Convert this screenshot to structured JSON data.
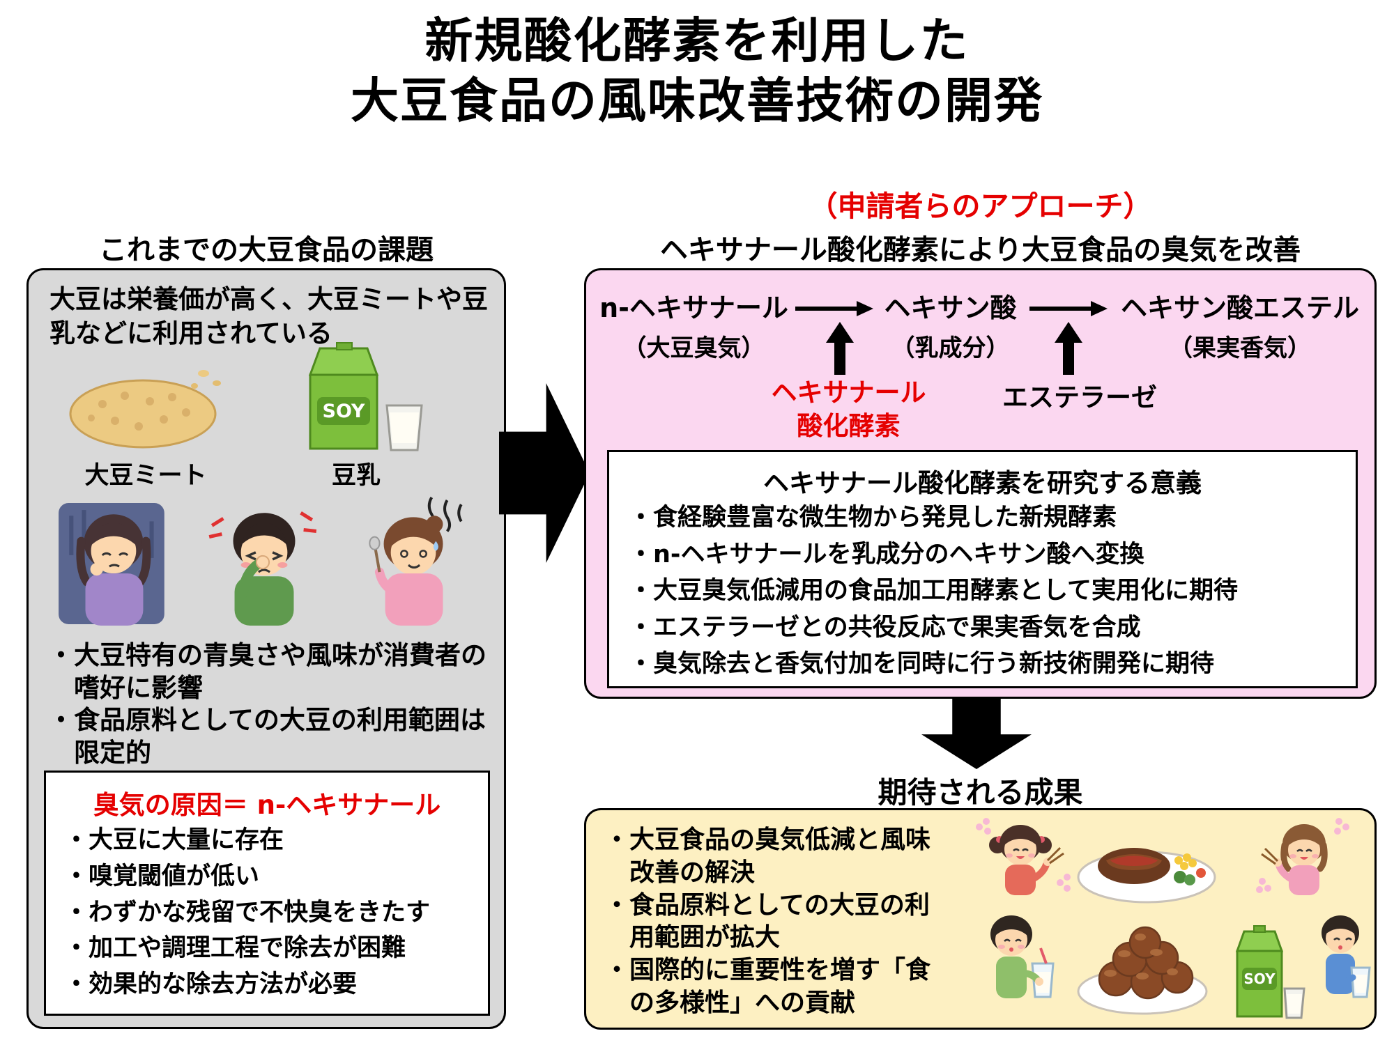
{
  "title": {
    "line1": "新規酸化酵素を利用した",
    "line2": "大豆食品の風味改善技術の開発"
  },
  "left_panel": {
    "header": "これまでの大豆食品の課題",
    "intro": "大豆は栄養価が高く、大豆ミートや豆乳などに利用されている",
    "soy_meat_label": "大豆ミート",
    "soy_milk_label": "豆乳",
    "bullets": [
      "・大豆特有の青臭さや風味が消費者の嗜好に影響",
      "・食品原料としての大豆の利用範囲は限定的"
    ],
    "odor_box": {
      "title": "臭気の原因＝ n-ヘキサナール",
      "bullets": [
        "・大豆に大量に存在",
        "・嗅覚閾値が低い",
        "・わずかな残留で不快臭をきたす",
        "・加工や調理工程で除去が困難",
        "・効果的な除去方法が必要"
      ]
    }
  },
  "right_panel": {
    "approach_label": "（申請者らのアプローチ）",
    "header": "ヘキサナール酸化酵素により大豆食品の臭気を改善",
    "pathway": {
      "step1_name": "n-ヘキサナール",
      "step1_sub": "（大豆臭気）",
      "step2_name": "ヘキサン酸",
      "step2_sub": "（乳成分）",
      "step3_name": "ヘキサン酸エステル",
      "step3_sub": "（果実香気）",
      "enzyme1_line1": "ヘキサナール",
      "enzyme1_line2": "酸化酵素",
      "enzyme2": "エステラーゼ"
    },
    "significance_box": {
      "title": "ヘキサナール酸化酵素を研究する意義",
      "bullets": [
        "・食経験豊富な微生物から発見した新規酵素",
        "・n-ヘキサナールを乳成分のヘキサン酸へ変換",
        "・大豆臭気低減用の食品加工用酵素として実用化に期待",
        "・エステラーゼとの共役反応で果実香気を合成",
        "・臭気除去と香気付加を同時に行う新技術開発に期待"
      ]
    }
  },
  "outcome_section": {
    "header": "期待される成果",
    "bullets": [
      "・大豆食品の臭気低減と風味改善の解決",
      "・食品原料としての大豆の利用範囲が拡大",
      "・国際的に重要性を増す「食の多様性」への貢献"
    ]
  },
  "soy_carton_label": "SOY",
  "colors": {
    "accent_red": "#e50000",
    "left_panel_bg": "#d9d9d9",
    "approach_panel_bg": "#fbd7f0",
    "outcome_panel_bg": "#fdf0c2"
  }
}
